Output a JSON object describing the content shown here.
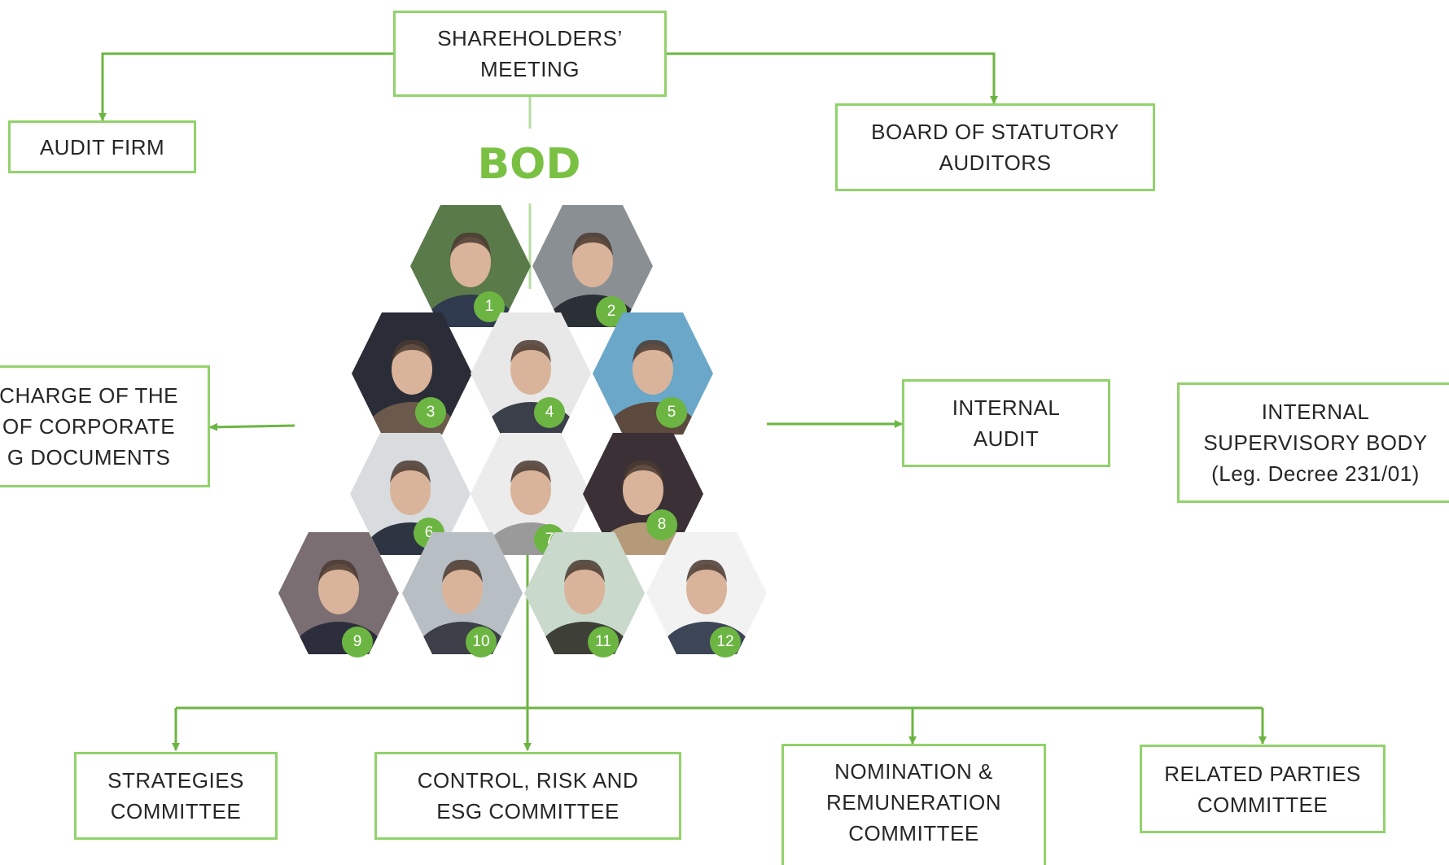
{
  "colors": {
    "accent": "#7ac143",
    "box_border": "#92d26c",
    "badge": "#6cb542",
    "text": "#262626"
  },
  "shareholders_meeting": {
    "label": "SHAREHOLDERS’\nMEETING"
  },
  "audit_firm": {
    "label": "AUDIT FIRM"
  },
  "board_of_statutory_auditors": {
    "label": "BOARD OF STATUTORY\nAUDITORS"
  },
  "bod": {
    "title": "BOD"
  },
  "corporate_documents": {
    "label": "CHARGE OF THE\nOF CORPORATE\nG DOCUMENTS"
  },
  "internal_audit": {
    "label": "INTERNAL\nAUDIT"
  },
  "internal_supervisory_body": {
    "label": "INTERNAL\nSUPERVISORY BODY\n(Leg. Decree 231/01)"
  },
  "committees": [
    {
      "label": "STRATEGIES\nCOMMITTEE"
    },
    {
      "label": "CONTROL, RISK AND\nESG COMMITTEE"
    },
    {
      "label": "NOMINATION &\nREMUNERATION\nCOMMITTEE"
    },
    {
      "label": "RELATED PARTIES\nCOMMITTEE"
    }
  ],
  "board_members": [
    {
      "number": "1"
    },
    {
      "number": "2"
    },
    {
      "number": "3"
    },
    {
      "number": "4"
    },
    {
      "number": "5"
    },
    {
      "number": "6"
    },
    {
      "number": "7"
    },
    {
      "number": "8"
    },
    {
      "number": "9"
    },
    {
      "number": "10"
    },
    {
      "number": "11"
    },
    {
      "number": "12"
    }
  ]
}
